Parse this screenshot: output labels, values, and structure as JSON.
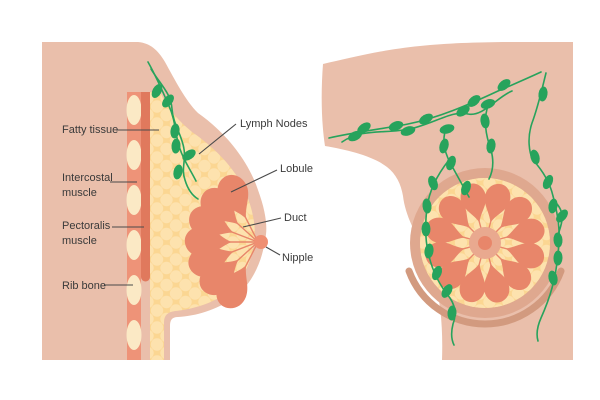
{
  "figure": {
    "labels": {
      "fatty_tissue": "Fatty tissue",
      "intercostal_muscle": "Intercostal muscle",
      "pectoralis_muscle": "Pectoralis muscle",
      "rib_bone": "Rib bone",
      "lymph_nodes": "Lymph Nodes",
      "lobule": "Lobule",
      "duct": "Duct",
      "nipple": "Nipple"
    },
    "colors": {
      "skin": "#eabfab",
      "skin_dark": "#dfa88f",
      "shadow": "#d29a7f",
      "muscle": "#ee9378",
      "muscle_dark": "#e0795d",
      "bone": "#fbe9c5",
      "fat_base": "#fbd692",
      "fat_dot": "#fde2ae",
      "lobule": "#e8866a",
      "areola": "#e9a98f",
      "nipple": "#ef8f72",
      "lymph": "#27a35c",
      "label_text": "#3a3a3a",
      "label_line": "#4a4a4a"
    }
  }
}
